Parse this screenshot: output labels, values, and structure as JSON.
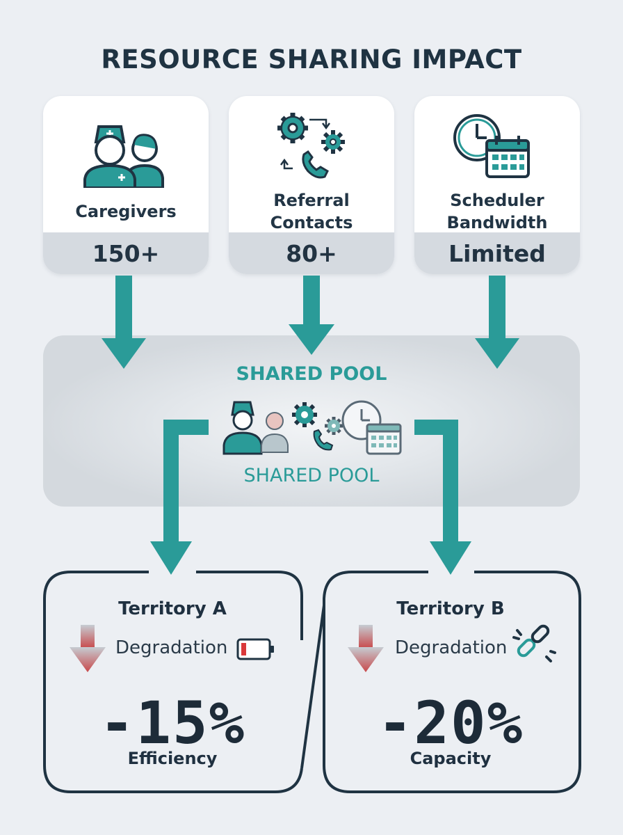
{
  "title": "RESOURCE SHARING IMPACT",
  "resources": [
    {
      "label": "Caregivers",
      "value": "150+",
      "icon": "caregivers-icon"
    },
    {
      "label": "Referral\nContacts",
      "value": "80+",
      "icon": "gears-phone-icon"
    },
    {
      "label": "Scheduler\nBandwidth",
      "value": "Limited",
      "icon": "clock-calendar-icon"
    }
  ],
  "pool": {
    "title": "SHARED POOL",
    "subtitle": "SHARED POOL"
  },
  "territories": [
    {
      "name": "Territory A",
      "degradation": "Degradation",
      "percent": "-15%",
      "metric": "Efficiency",
      "status_icon": "low-battery-icon"
    },
    {
      "name": "Territory B",
      "degradation": "Degradation",
      "percent": "-20%",
      "metric": "Capacity",
      "status_icon": "broken-link-icon"
    }
  ],
  "colors": {
    "accent": "#2a9b98",
    "dark": "#1f3342",
    "card": "#ffffff",
    "value_band": "#d5dae0",
    "alert": "#d9383a"
  }
}
